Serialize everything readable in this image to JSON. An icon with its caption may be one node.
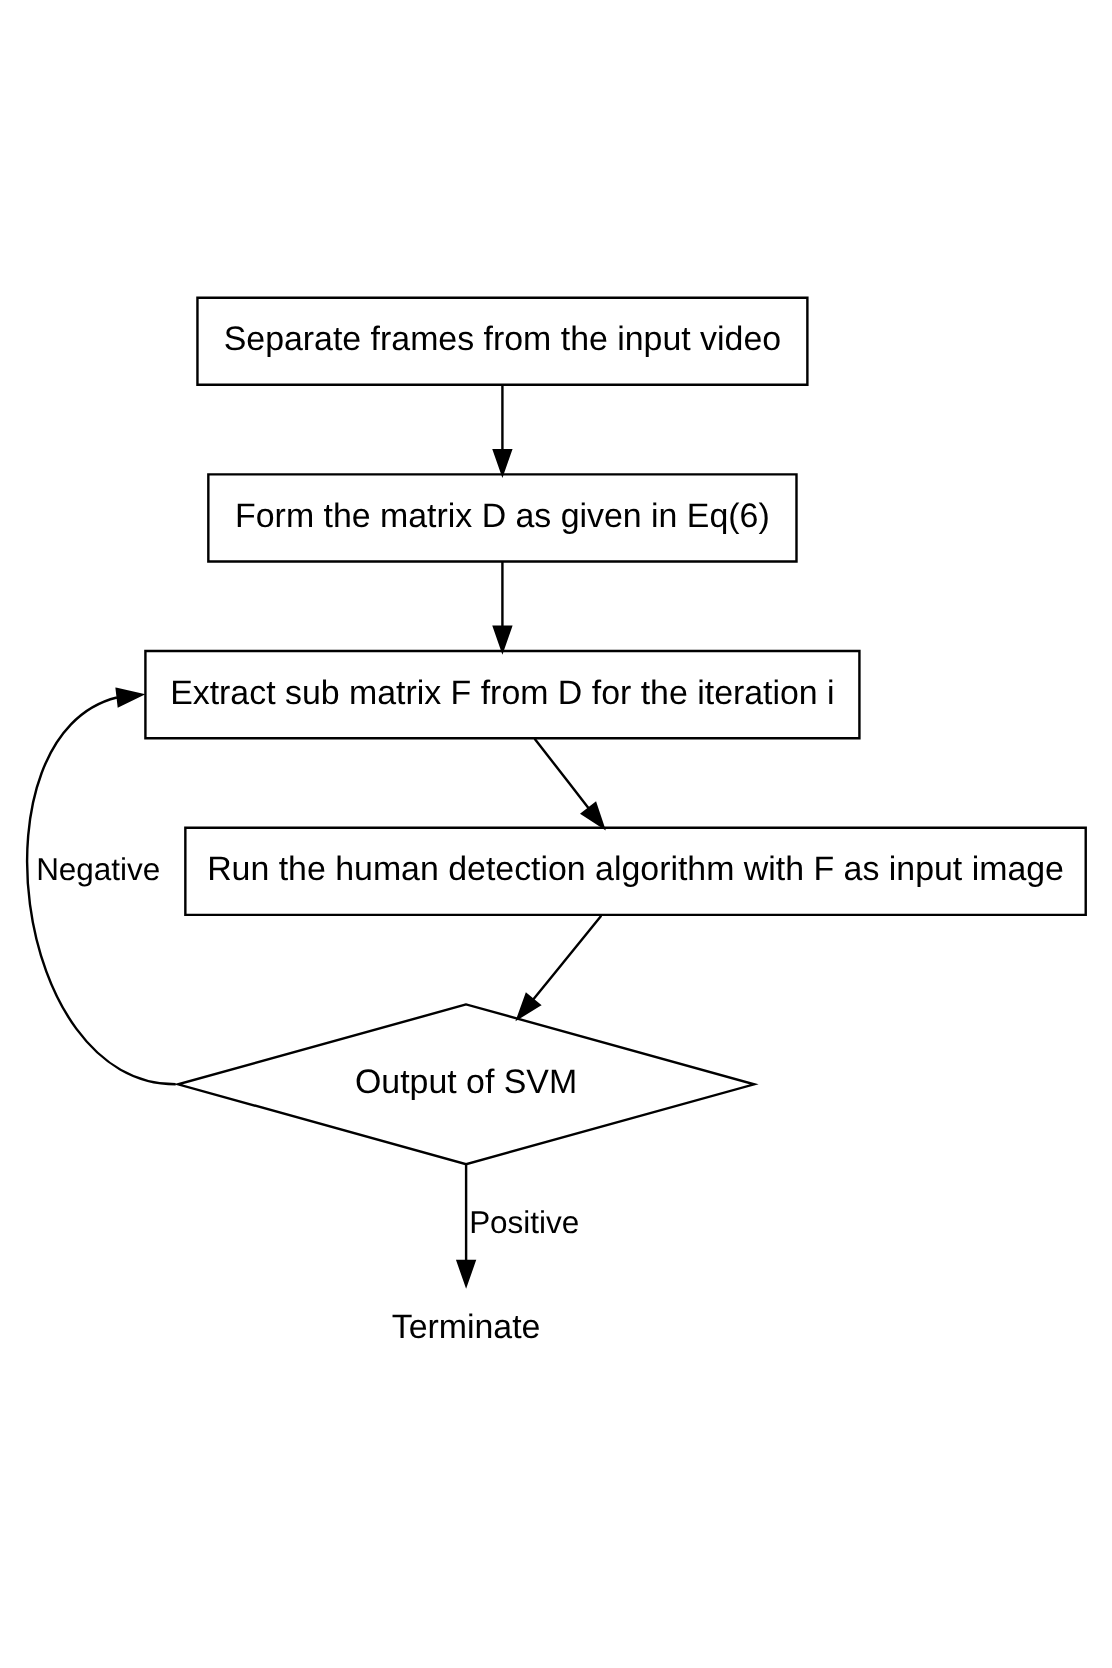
{
  "diagram": {
    "nodes": [
      {
        "text": [
          "Separate frames from the input video"
        ]
      },
      {
        "text": [
          "Form the matrix D as given in Eq(6)"
        ]
      },
      {
        "text": [
          "Extract sub matrix F from D for the iteration i"
        ]
      },
      {
        "text": [
          "Run the human detection algorithm with F as input image"
        ]
      },
      {
        "text": [
          "Output of SVM"
        ]
      },
      {
        "text": [
          "Terminate"
        ]
      }
    ],
    "edges": [
      {
        "from": 0,
        "to": 1,
        "arrow": "to"
      },
      {
        "from": 1,
        "to": 2,
        "arrow": "to"
      },
      {
        "from": 2,
        "to": 3,
        "arrow": "to"
      },
      {
        "from": 3,
        "to": 4,
        "arrow": "to"
      },
      {
        "from": 4,
        "to": 2,
        "arrow": "to",
        "label": "Negative"
      },
      {
        "from": 4,
        "to": 5,
        "arrow": "to",
        "label": "Positive"
      }
    ]
  }
}
